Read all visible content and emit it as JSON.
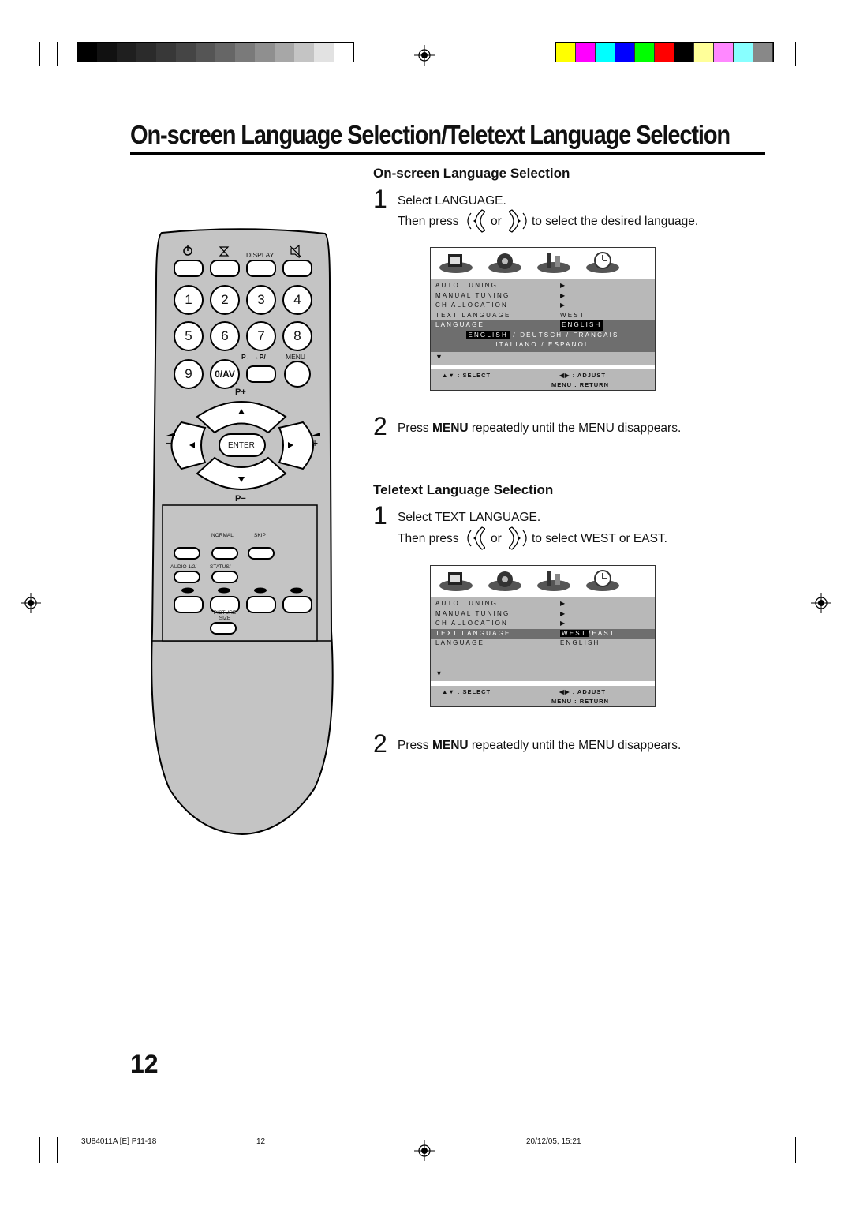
{
  "page": {
    "title": "On-screen Language Selection/Teletext Language Selection",
    "page_number": "12",
    "footer": {
      "code": "3U84011A [E] P11-18",
      "page": "12",
      "datetime": "20/12/05, 15:21"
    }
  },
  "colors": {
    "grayscale": [
      "#000000",
      "#111111",
      "#1f1f1f",
      "#2b2b2b",
      "#383838",
      "#454545",
      "#555555",
      "#666666",
      "#7a7a7a",
      "#8f8f8f",
      "#a7a7a7",
      "#c4c4c4",
      "#e2e2e2",
      "#ffffff"
    ],
    "colorbar": [
      "#ffff00",
      "#ff00ff",
      "#00ffff",
      "#0000ff",
      "#00ff00",
      "#ff0000",
      "#000000",
      "#ffff99",
      "#ff88ff",
      "#88ffff",
      "#888888"
    ]
  },
  "onscreen": {
    "heading": "On-screen Language Selection",
    "step1_num": "1",
    "step1_line1": "Select LANGUAGE.",
    "step1_then": "Then press",
    "step1_or": "or",
    "step1_rest": "to select the desired language.",
    "step2_num": "2",
    "step2_pre": "Press ",
    "step2_bold": "MENU",
    "step2_post": " repeatedly until the MENU disappears.",
    "menu": {
      "rows": [
        {
          "label": "AUTO TUNING",
          "value": "▶"
        },
        {
          "label": "MANUAL TUNING",
          "value": "▶"
        },
        {
          "label": "CH ALLOCATION",
          "value": "▶"
        },
        {
          "label": "TEXT LANGUAGE",
          "value": "WEST"
        },
        {
          "label": "LANGUAGE",
          "value": "ENGLISH"
        }
      ],
      "sub_selected": "ENGLISH",
      "sub_rest": " / DEUTSCH / FRANCAIS",
      "sub_line2": "ITALIANO / ESPANOL",
      "more_arrow": "▼",
      "foot_select": "▲▼ : SELECT",
      "foot_adjust": "◀▶ : ADJUST",
      "foot_return": "MENU : RETURN"
    }
  },
  "teletext": {
    "heading": "Teletext Language Selection",
    "step1_num": "1",
    "step1_line1": "Select TEXT LANGUAGE.",
    "step1_then": "Then press",
    "step1_or": "or",
    "step1_rest": "to select WEST or EAST.",
    "step2_num": "2",
    "step2_pre": "Press ",
    "step2_bold": "MENU",
    "step2_post": " repeatedly until the MENU disappears.",
    "menu": {
      "rows": [
        {
          "label": "AUTO TUNING",
          "value": "▶"
        },
        {
          "label": "MANUAL TUNING",
          "value": "▶"
        },
        {
          "label": "CH ALLOCATION",
          "value": "▶"
        },
        {
          "label": "TEXT LANGUAGE",
          "value_selected": "WEST",
          "value_rest": "/EAST"
        },
        {
          "label": "LANGUAGE",
          "value": "ENGLISH"
        }
      ],
      "more_arrow": "▼",
      "foot_select": "▲▼ : SELECT",
      "foot_adjust": "◀▶ : ADJUST",
      "foot_return": "MENU : RETURN"
    }
  },
  "remote": {
    "display": "DISPLAY",
    "digits": [
      "1",
      "2",
      "3",
      "4",
      "5",
      "6",
      "7",
      "8",
      "9",
      "0/AV"
    ],
    "pp_label": "P←→P/",
    "menu": "MENU",
    "p_plus": "P+",
    "p_minus": "P−",
    "enter": "ENTER",
    "vol_minus": "−",
    "vol_plus": "+",
    "normal": "NORMAL",
    "skip": "SKIP",
    "audio": "AUDIO 1/2/",
    "status": "STATUS/",
    "picture_size": "PICTURE SIZE"
  }
}
